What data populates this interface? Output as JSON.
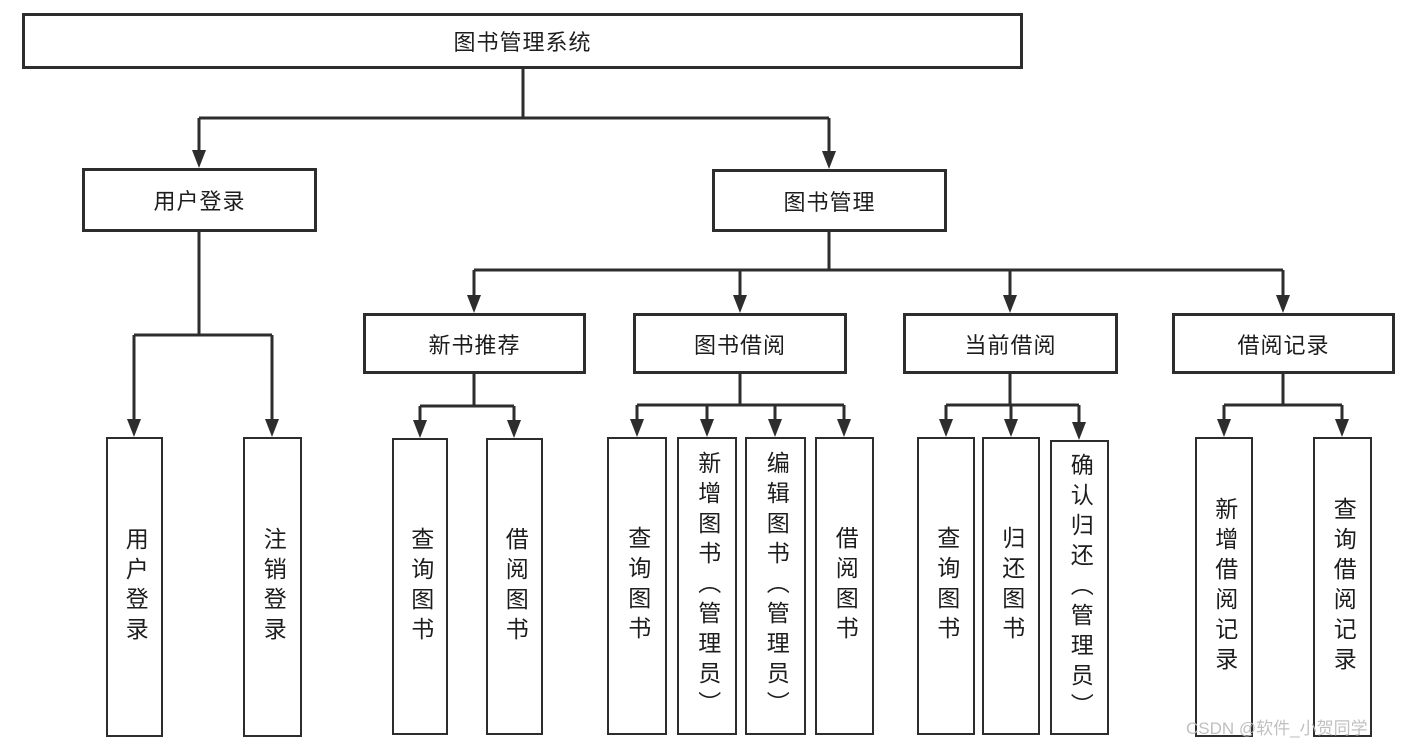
{
  "diagram": {
    "type": "hierarchy-tree",
    "colors": {
      "line": "#2d2d2d",
      "border": "#2d2d2d",
      "text": "#1d1d1d",
      "background": "#ffffff",
      "watermark": "#bdbdbd"
    },
    "watermark": "CSDN @软件_小贺同学",
    "nodes": {
      "root": "图书管理系统",
      "user_login": "用户登录",
      "book_management": "图书管理",
      "new_book_recommendation": "新书推荐",
      "book_borrowing": "图书借阅",
      "current_borrowing": "当前借阅",
      "borrowing_records": "借阅记录",
      "leaf_user_login": "用户登录",
      "leaf_logout": "注销登录",
      "rec_query_books": "查询图书",
      "rec_borrow_books": "借阅图书",
      "bb_query_books": "查询图书",
      "bb_add_books_admin": "新增图书（管理员）",
      "bb_edit_books_admin": "编辑图书（管理员）",
      "bb_borrow_books": "借阅图书",
      "cb_query_books": "查询图书",
      "cb_return_books": "归还图书",
      "cb_confirm_return_admin": "确认归还（管理员）",
      "br_add_record": "新增借阅记录",
      "br_query_record": "查询借阅记录"
    },
    "structure": [
      {
        "parent": "图书管理系统",
        "children": [
          "用户登录",
          "图书管理"
        ]
      },
      {
        "parent": "用户登录",
        "children": [
          "用户登录",
          "注销登录"
        ]
      },
      {
        "parent": "图书管理",
        "children": [
          "新书推荐",
          "图书借阅",
          "当前借阅",
          "借阅记录"
        ]
      },
      {
        "parent": "新书推荐",
        "children": [
          "查询图书",
          "借阅图书"
        ]
      },
      {
        "parent": "图书借阅",
        "children": [
          "查询图书",
          "新增图书（管理员）",
          "编辑图书（管理员）",
          "借阅图书"
        ]
      },
      {
        "parent": "当前借阅",
        "children": [
          "查询图书",
          "归还图书",
          "确认归还（管理员）"
        ]
      },
      {
        "parent": "借阅记录",
        "children": [
          "新增借阅记录",
          "查询借阅记录"
        ]
      }
    ]
  }
}
